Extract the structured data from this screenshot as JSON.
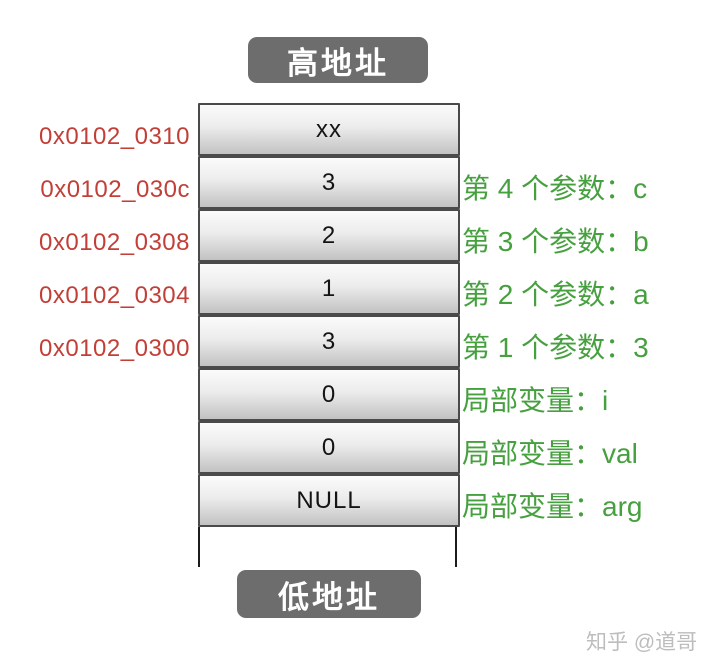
{
  "labels": {
    "high_address": "高地址",
    "low_address": "低地址"
  },
  "stack": {
    "cells": [
      "xx",
      "3",
      "2",
      "1",
      "3",
      "0",
      "0",
      "NULL"
    ]
  },
  "addresses": [
    "0x0102_0310",
    "0x0102_030c",
    "0x0102_0308",
    "0x0102_0304",
    "0x0102_0300"
  ],
  "annotations": [
    "第 4 个参数：c",
    "第 3 个参数：b",
    "第 2 个参数：a",
    "第 1 个参数：3",
    "局部变量：i",
    "局部变量：val",
    "局部变量：arg"
  ],
  "watermark": "知乎 @道哥",
  "colors": {
    "address_text": "#c23f38",
    "annotation_text": "#47a03f",
    "pill_background": "#6d6d6d",
    "cell_border": "#4a4a4a",
    "cell_gradient_top": "#fbfbfb",
    "cell_gradient_bottom": "#c2c2c2"
  }
}
